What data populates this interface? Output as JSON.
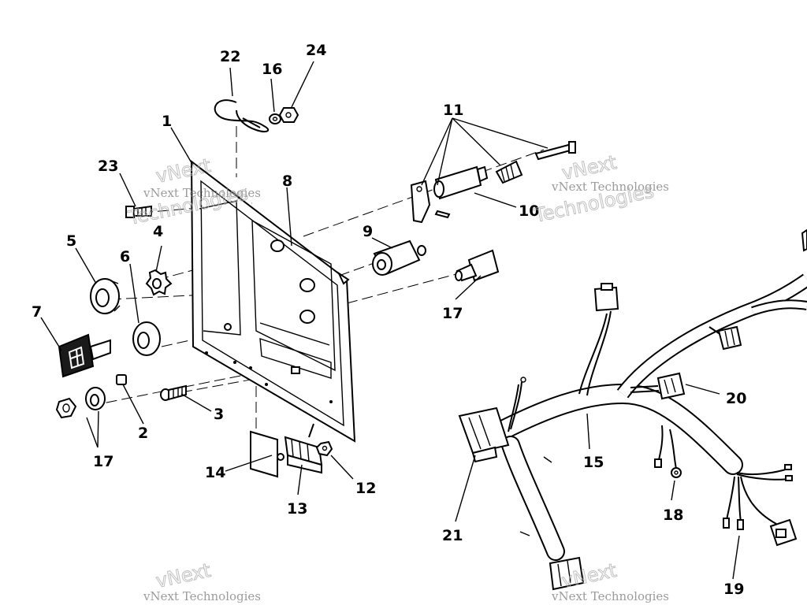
{
  "callouts": [
    {
      "id": "1",
      "text": "1"
    },
    {
      "id": "2",
      "text": "2"
    },
    {
      "id": "3",
      "text": "3"
    },
    {
      "id": "4",
      "text": "4"
    },
    {
      "id": "5",
      "text": "5"
    },
    {
      "id": "6",
      "text": "6"
    },
    {
      "id": "7",
      "text": "7"
    },
    {
      "id": "8",
      "text": "8"
    },
    {
      "id": "9",
      "text": "9"
    },
    {
      "id": "10",
      "text": "10"
    },
    {
      "id": "11",
      "text": "11"
    },
    {
      "id": "12",
      "text": "12"
    },
    {
      "id": "13",
      "text": "13"
    },
    {
      "id": "14",
      "text": "14"
    },
    {
      "id": "15",
      "text": "15"
    },
    {
      "id": "16",
      "text": "16"
    },
    {
      "id": "17a",
      "text": "17"
    },
    {
      "id": "17b",
      "text": "17"
    },
    {
      "id": "18",
      "text": "18"
    },
    {
      "id": "19",
      "text": "19"
    },
    {
      "id": "20",
      "text": "20"
    },
    {
      "id": "21",
      "text": "21"
    },
    {
      "id": "22",
      "text": "22"
    },
    {
      "id": "23",
      "text": "23"
    },
    {
      "id": "24",
      "text": "24"
    }
  ],
  "watermark": {
    "line1": "vNext Technologies",
    "line2a": "vNext",
    "line2b": "Technologies"
  }
}
